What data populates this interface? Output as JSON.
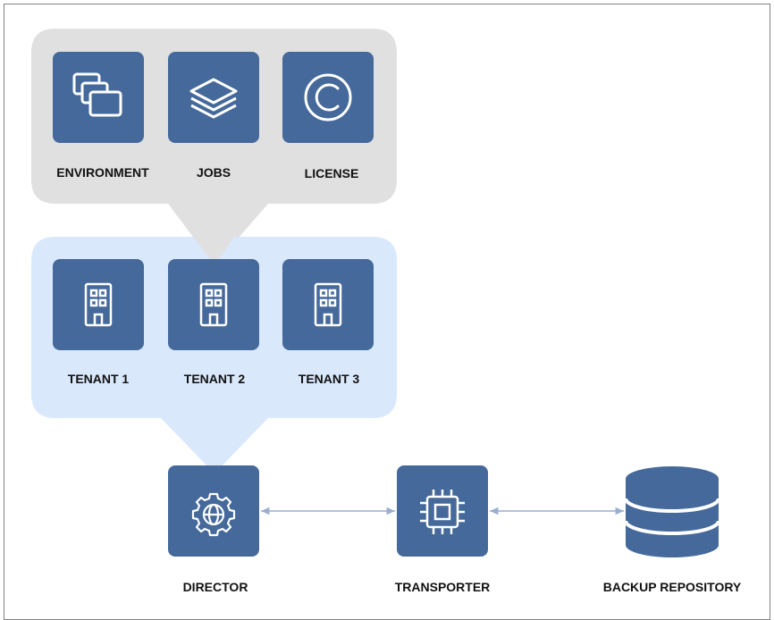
{
  "colors": {
    "tile": "#44699a",
    "feature_bubble": "#e0e0e0",
    "tenant_bubble": "#dae8fc",
    "connector": "#9aaed0",
    "icon_stroke": "#ffffff"
  },
  "features": [
    {
      "label": "ENVIRONMENT",
      "icon": "environment-icon"
    },
    {
      "label": "JOBS",
      "icon": "layers-icon"
    },
    {
      "label": "LICENSE",
      "icon": "copyright-icon"
    }
  ],
  "tenants": [
    {
      "label": "TENANT 1",
      "icon": "building-icon"
    },
    {
      "label": "TENANT 2",
      "icon": "building-icon"
    },
    {
      "label": "TENANT 3",
      "icon": "building-icon"
    }
  ],
  "components": {
    "director": {
      "label": "DIRECTOR",
      "icon": "gear-globe-icon"
    },
    "transporter": {
      "label": "TRANSPORTER",
      "icon": "cpu-chip-icon"
    },
    "repository": {
      "label": "BACKUP REPOSITORY",
      "icon": "database-icon"
    }
  }
}
